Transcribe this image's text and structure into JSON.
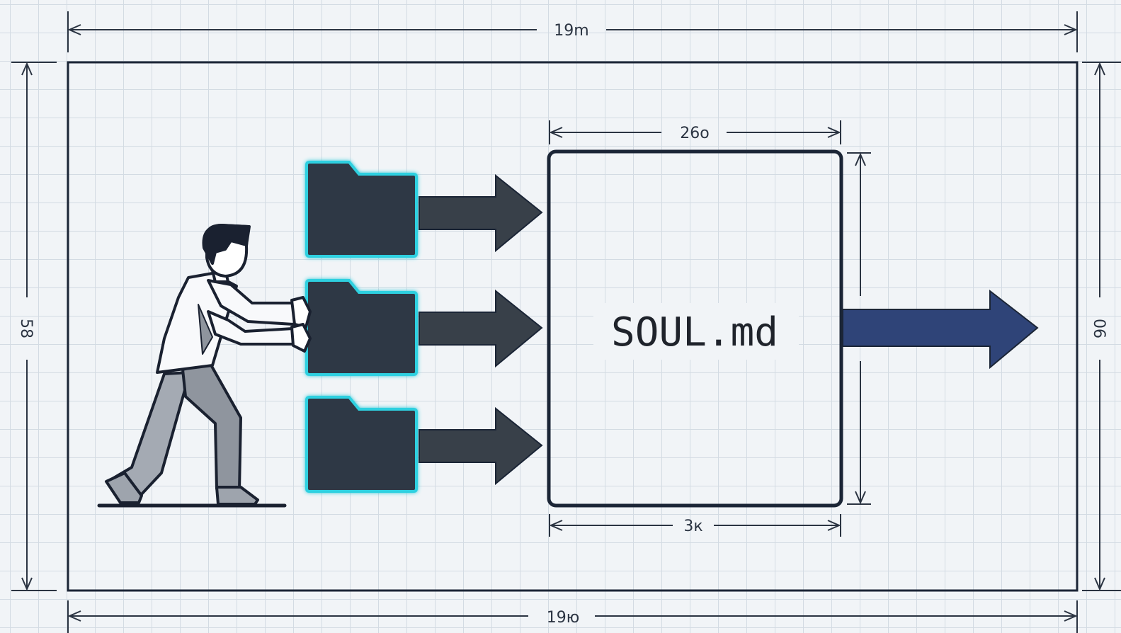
{
  "diagram": {
    "document_label": "SOUL.md",
    "dimensions": {
      "outer_top": "19m",
      "outer_bottom": "19ю",
      "outer_left": "58",
      "outer_right": "06",
      "box_top": "26о",
      "box_bottom": "3к"
    },
    "colors": {
      "frame": "#1b2536",
      "folder_fill": "#2e3844",
      "folder_glow": "#2fd0e0",
      "arrow_dark": "#384049",
      "arrow_output": "#2f4478",
      "figure_line": "#1a2130"
    },
    "icons": [
      "person-pushing-icon",
      "folder-icon",
      "folder-icon",
      "folder-icon",
      "arrow-right-icon",
      "arrow-right-icon",
      "arrow-right-icon",
      "output-arrow-icon"
    ]
  }
}
